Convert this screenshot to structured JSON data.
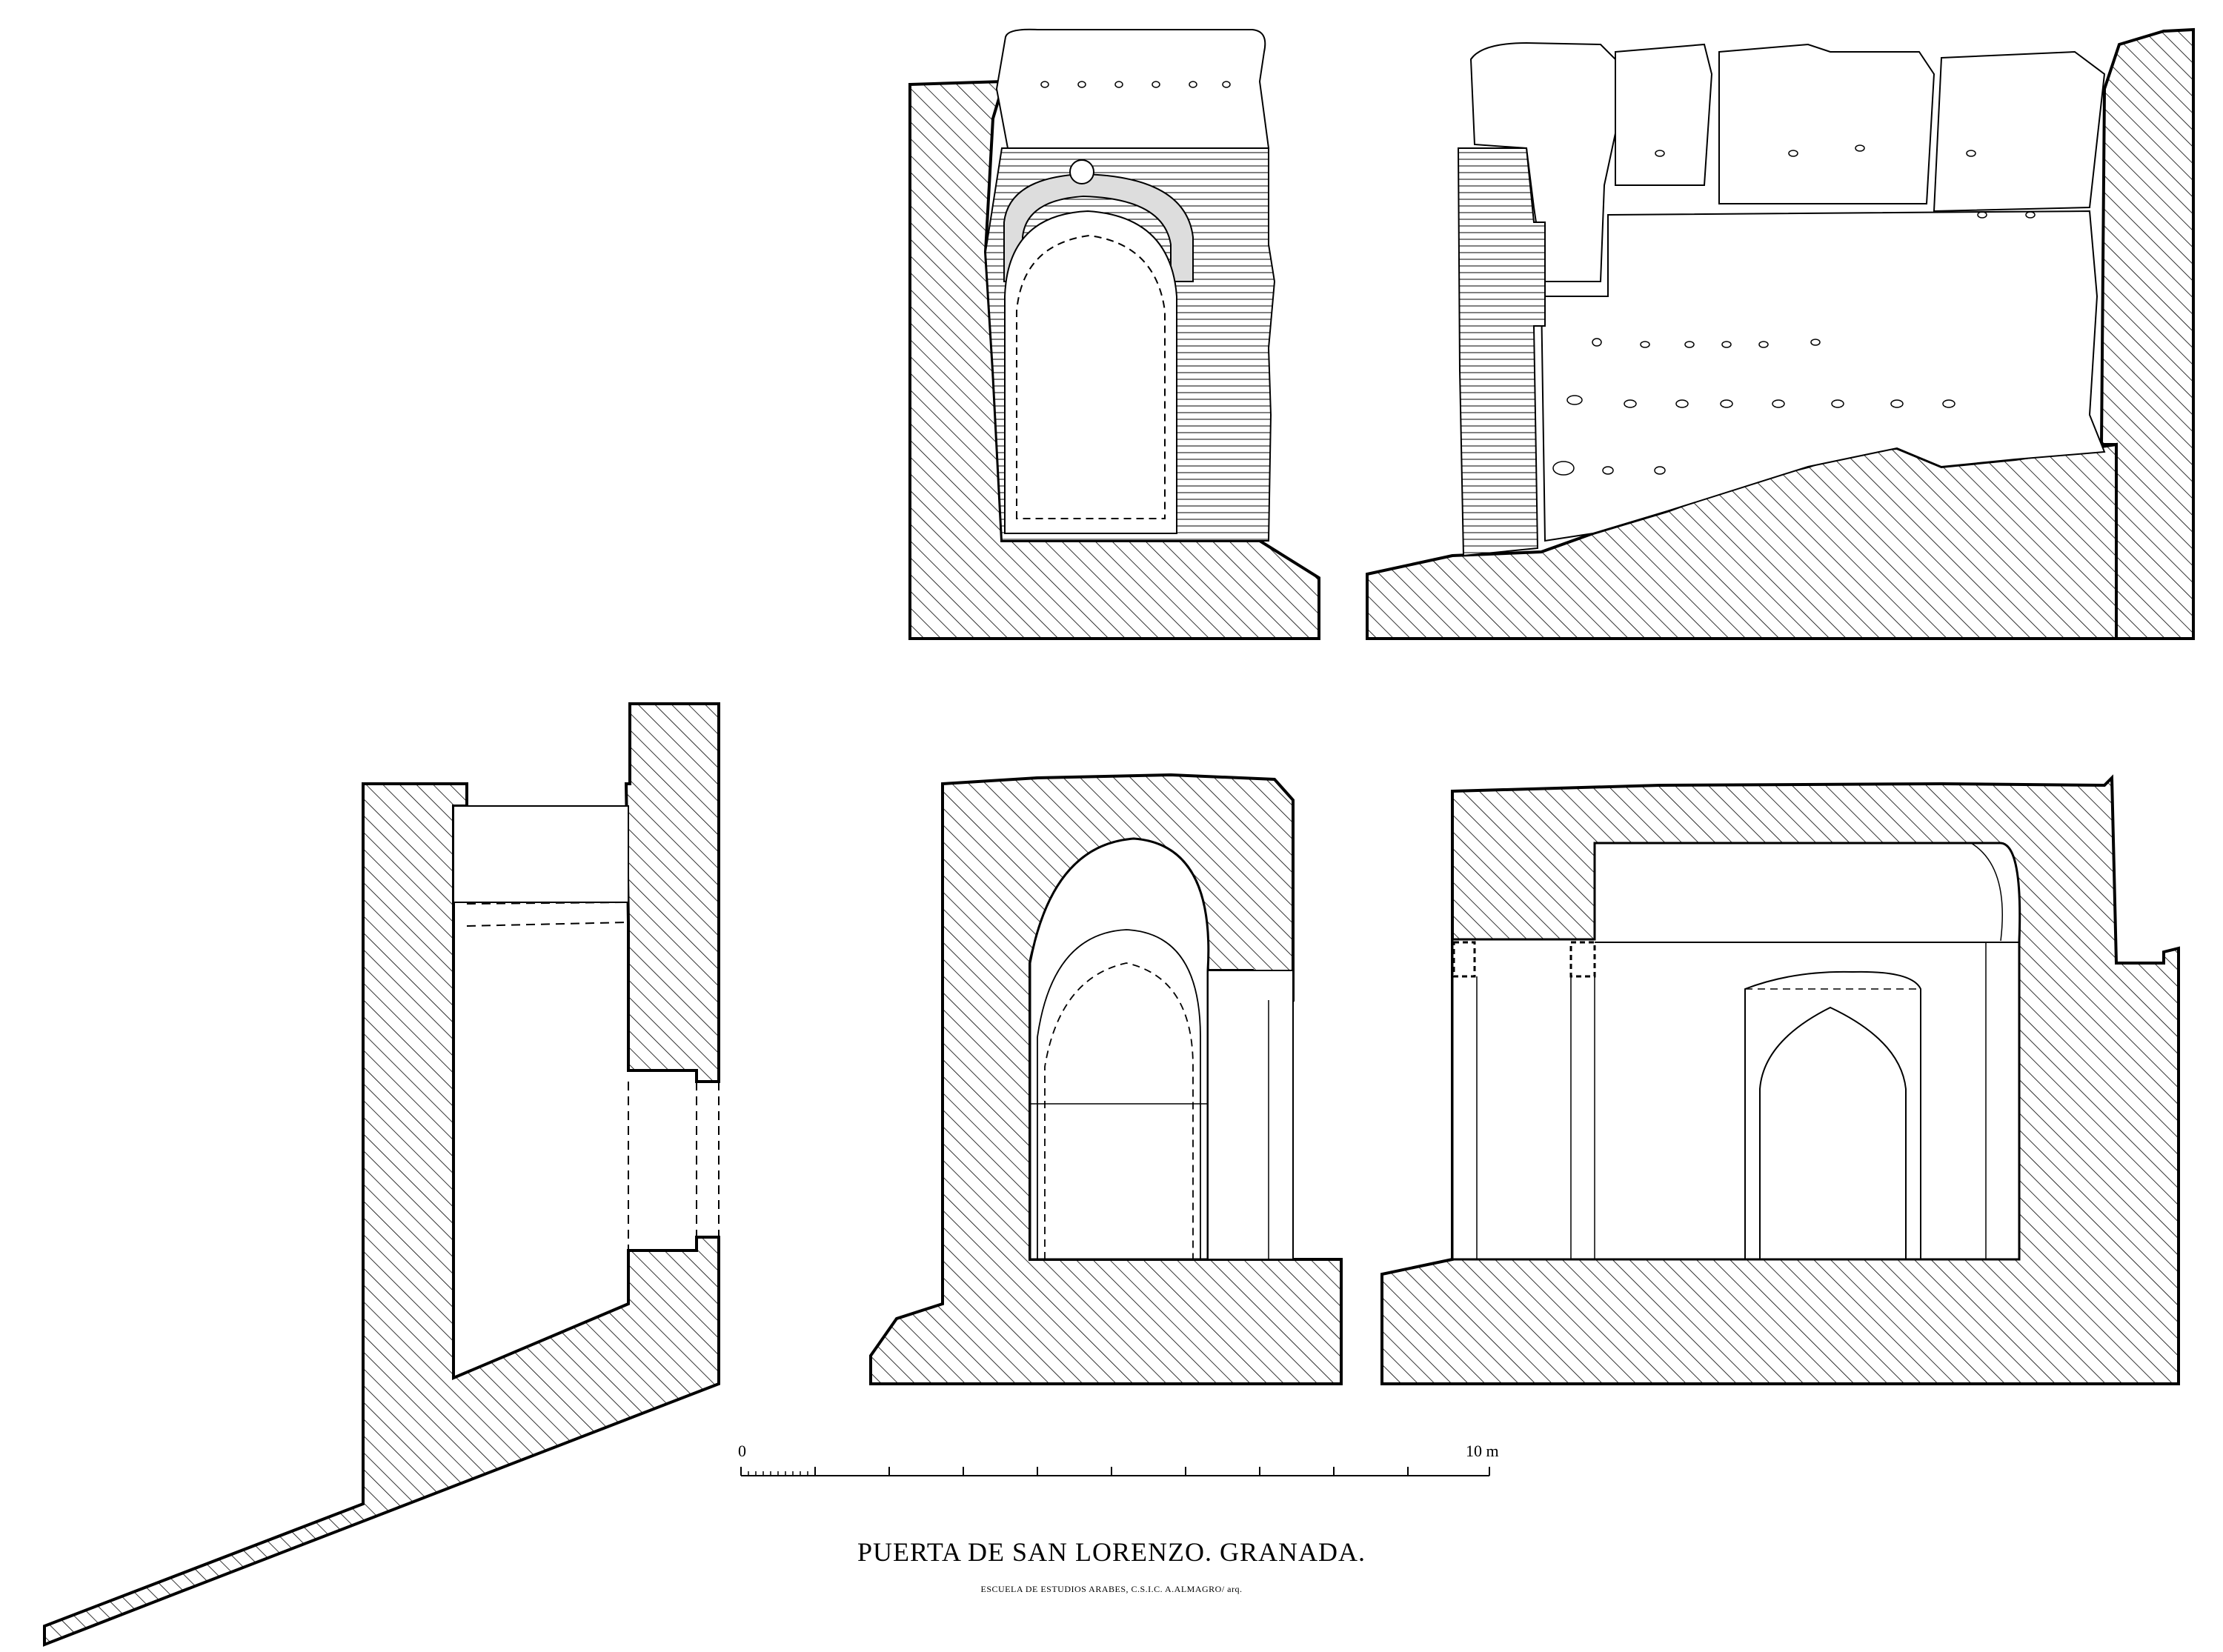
{
  "sheet": {
    "title": "PUERTA DE SAN LORENZO. GRANADA.",
    "credit": "ESCUELA DE ESTUDIOS ARABES, C.S.I.C. A.ALMAGRO/ arq."
  },
  "scale_bar": {
    "start_label": "0",
    "end_label": "10 m"
  },
  "drawings": [
    {
      "id": "plan",
      "kind": "floor plan"
    },
    {
      "id": "elevation-exterior",
      "kind": "exterior elevation"
    },
    {
      "id": "elevation-interior",
      "kind": "interior elevation"
    },
    {
      "id": "section-transverse",
      "kind": "transverse section"
    },
    {
      "id": "section-longitudinal",
      "kind": "longitudinal section"
    }
  ]
}
